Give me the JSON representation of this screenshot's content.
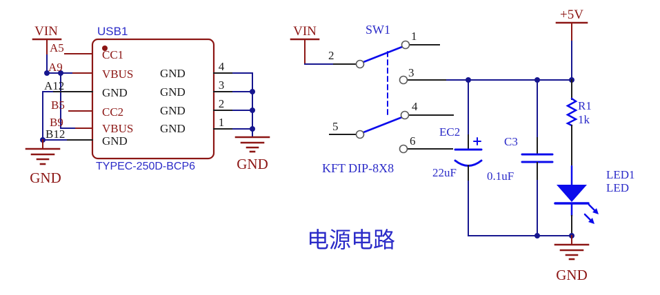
{
  "title": {
    "text": "电源电路"
  },
  "colors": {
    "net_label": "#8c1614",
    "component_label": "#2b2bc8",
    "wire": "#16168f",
    "symbol": "#0b0beb",
    "pin": "#1c1c1c"
  },
  "power": {
    "vin": "VIN",
    "gnd": "GND",
    "plus5v": "+5V"
  },
  "usb1": {
    "refdes": "USB1",
    "part": "TYPEC-250D-BCP6",
    "left_pins": [
      {
        "num": "A5",
        "name": "CC1"
      },
      {
        "num": "A9",
        "name": "VBUS"
      },
      {
        "num": "A12",
        "name": "GND"
      },
      {
        "num": "B5",
        "name": "CC2"
      },
      {
        "num": "B9",
        "name": "VBUS"
      },
      {
        "num": "B12",
        "name": "GND"
      }
    ],
    "right_pins": [
      {
        "num": "4",
        "name": "GND"
      },
      {
        "num": "3",
        "name": "GND"
      },
      {
        "num": "2",
        "name": "GND"
      },
      {
        "num": "1",
        "name": "GND"
      }
    ]
  },
  "sw1": {
    "refdes": "SW1",
    "part": "KFT DIP-8X8",
    "pins": [
      "1",
      "2",
      "3",
      "4",
      "5",
      "6"
    ]
  },
  "ec2": {
    "refdes": "EC2",
    "value": "22uF",
    "polarity": "+"
  },
  "c3": {
    "refdes": "C3",
    "value": "0.1uF"
  },
  "r1": {
    "refdes": "R1",
    "value": "1k"
  },
  "led1": {
    "refdes": "LED1",
    "value": "LED"
  }
}
